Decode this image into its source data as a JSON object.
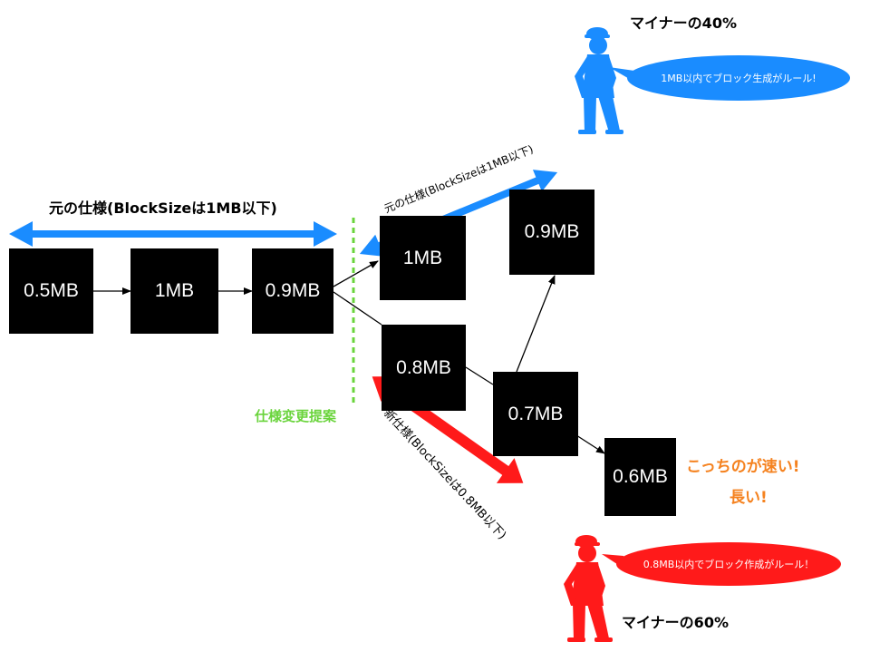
{
  "old_chain_label": "元の仕様(BlockSizeは1MB以下)",
  "old_branch_label": "元の仕様(BlockSizeは1MB以下)",
  "new_branch_label": "新仕様(BlockSizeは0.8MB以下)",
  "spec_change_label": "仕様変更提案",
  "blocks": {
    "b05": "0.5MB",
    "b1": "1MB",
    "b09": "0.9MB",
    "upper_1mb": "1MB",
    "upper_09mb": "0.9MB",
    "lower_08mb": "0.8MB",
    "lower_07mb": "0.7MB",
    "lower_06mb": "0.6MB"
  },
  "comment_faster": "こっちのが速い!",
  "comment_longer": "長い!",
  "miner_top": {
    "label": "マイナーの40%",
    "bubble": "1MB以内でブロック生成がルール!",
    "color": "#1a8cff"
  },
  "miner_bottom": {
    "label": "マイナーの60%",
    "bubble": "0.8MB以内でブロック作成がルール！",
    "color": "#ff1a1a"
  },
  "colors": {
    "blue": "#1a8cff",
    "red": "#ff1a1a",
    "green": "#6ad43c",
    "orange": "#f5821f"
  }
}
